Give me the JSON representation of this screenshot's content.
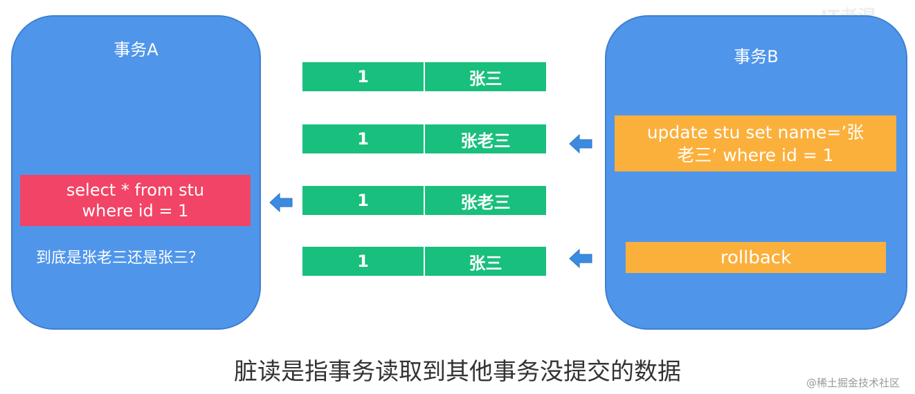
{
  "transaction_a": {
    "title": "事务A",
    "query": "select * from stu\nwhere id = 1",
    "question": "到底是张老三还是张三？"
  },
  "transaction_b": {
    "title": "事务B",
    "update": "update stu set name=’张\n老三’ where id = 1",
    "rollback": "rollback"
  },
  "table_rows": [
    {
      "id": "1",
      "name": "张三"
    },
    {
      "id": "1",
      "name": "张老三"
    },
    {
      "id": "1",
      "name": "张老三"
    },
    {
      "id": "1",
      "name": "张三"
    }
  ],
  "caption": "脏读是指事务读取到其他事务没提交的数据",
  "watermark": "@稀土掘金技术社区",
  "logo_text": "IT老湿",
  "colors": {
    "panel": "#4f96ea",
    "query_box": "#f24466",
    "action_box": "#fbb03b",
    "row": "#19bf7c",
    "arrow": "#3b8be0"
  }
}
